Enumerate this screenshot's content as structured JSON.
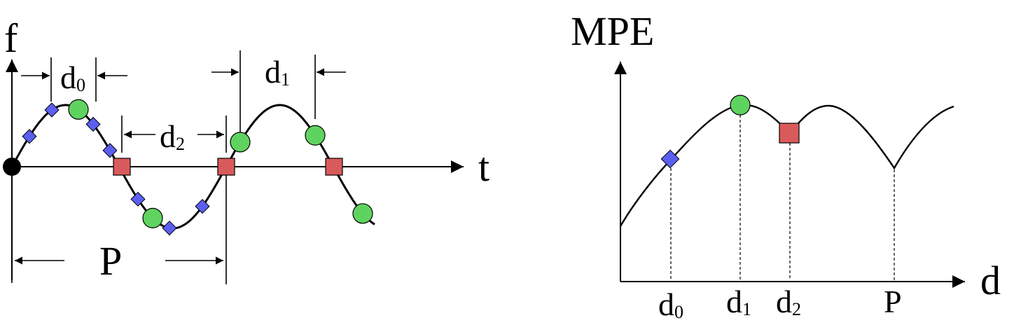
{
  "left_panel": {
    "y_axis_label": "f",
    "x_axis_label": "t",
    "d0": {
      "main": "d",
      "sub": "0"
    },
    "d1": {
      "main": "d",
      "sub": "1"
    },
    "d2": {
      "main": "d",
      "sub": "2"
    },
    "period": "P"
  },
  "right_panel": {
    "y_axis_label": "MPE",
    "x_axis_label": "d",
    "ticks": [
      {
        "main": "d",
        "sub": "0"
      },
      {
        "main": "d",
        "sub": "1"
      },
      {
        "main": "d",
        "sub": "2"
      },
      {
        "main": "P",
        "sub": ""
      }
    ]
  },
  "colors": {
    "diamond": "#5a5ff0",
    "circle": "#5fd35f",
    "square": "#d95a5a",
    "origin": "#000000"
  }
}
